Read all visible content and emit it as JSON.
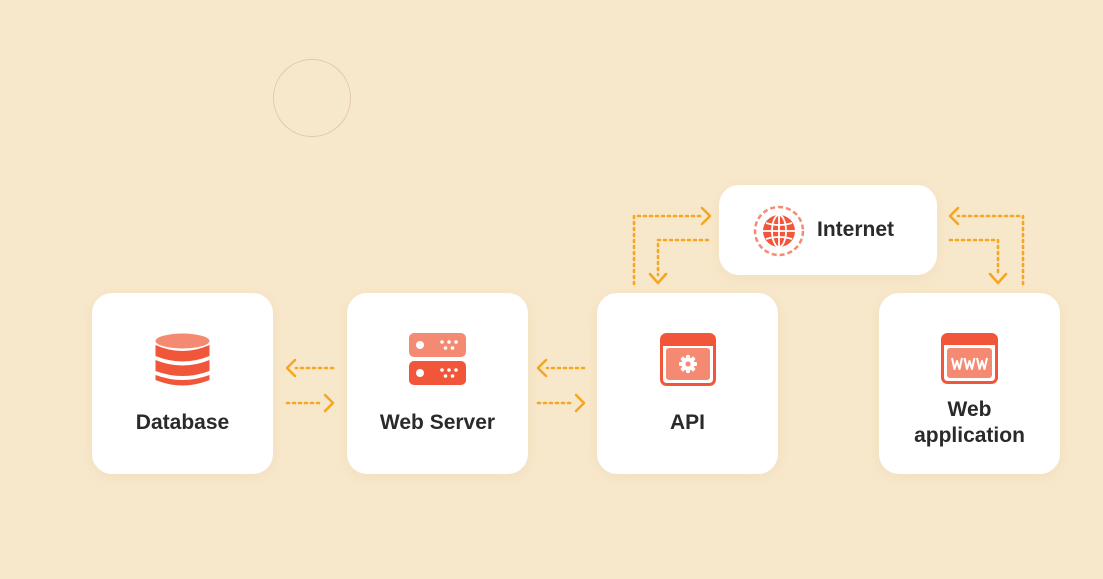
{
  "nodes": {
    "database": {
      "label": "Database",
      "icon": "database-icon"
    },
    "web_server": {
      "label": "Web Server",
      "icon": "server-icon"
    },
    "api": {
      "label": "API",
      "icon": "api-window-gear-icon"
    },
    "web_application": {
      "label_line1": "Web",
      "label_line2": "application",
      "icon": "www-browser-icon"
    },
    "internet": {
      "label": "Internet",
      "icon": "globe-icon"
    }
  },
  "colors": {
    "background": "#f8e8cb",
    "card": "#ffffff",
    "accent_red": "#f2563a",
    "accent_light": "#f58a73",
    "arrow": "#f5a623",
    "text": "#2a2a2a"
  },
  "edges": [
    {
      "from": "database",
      "to": "web_server",
      "style": "dotted-arrow"
    },
    {
      "from": "web_server",
      "to": "database",
      "style": "dotted-arrow"
    },
    {
      "from": "web_server",
      "to": "api",
      "style": "dotted-arrow"
    },
    {
      "from": "api",
      "to": "web_server",
      "style": "dotted-arrow"
    },
    {
      "from": "api",
      "to": "internet",
      "style": "dotted-arrow"
    },
    {
      "from": "internet",
      "to": "api",
      "style": "dotted-arrow"
    },
    {
      "from": "internet",
      "to": "web_application",
      "style": "dotted-arrow"
    },
    {
      "from": "web_application",
      "to": "internet",
      "style": "dotted-arrow"
    }
  ]
}
